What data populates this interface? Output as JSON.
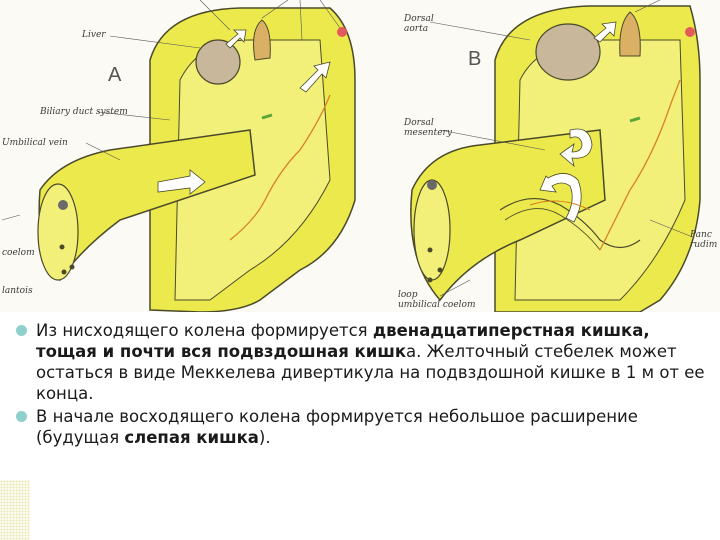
{
  "figure": {
    "panel_a": {
      "letter": "A",
      "labels": {
        "liver": "Liver",
        "biliary": "Biliary duct system",
        "umbilical_vein": "Umbilical vein",
        "coelom": "coelom",
        "allantois": "lantois"
      }
    },
    "panel_b": {
      "letter": "B",
      "labels": {
        "dorsal_aorta_1": "Dorsal",
        "dorsal_aorta_2": "aorta",
        "dorsal_mesentery_1": "Dorsal",
        "dorsal_mesentery_2": "mesentery",
        "loop_1": "loop",
        "umbilical_coelom": "umbilical coelom",
        "right_1": "Panc",
        "right_2": "rudim"
      }
    },
    "colors": {
      "tissue": "#ece94c",
      "tissue_light": "#f3f07a",
      "outline": "#4a4a2a",
      "liver": "#c8b79a",
      "stalk": "#d9b064",
      "vessel": "#d8821e"
    }
  },
  "bullets": [
    {
      "p1": "Из нисходящего колена формируется ",
      "b1": "двенадцатиперстная кишка, тощая и почти вся подвздошная кишк",
      "p2": "а. Желточный стебелек может остаться в виде Меккелева дивертикула на подвздошной кишке в 1 м от ее конца."
    },
    {
      "p1": "В начале восходящего колена формируется небольшое расширение (будущая ",
      "b1": "слепая кишка",
      "p2": ")."
    }
  ]
}
